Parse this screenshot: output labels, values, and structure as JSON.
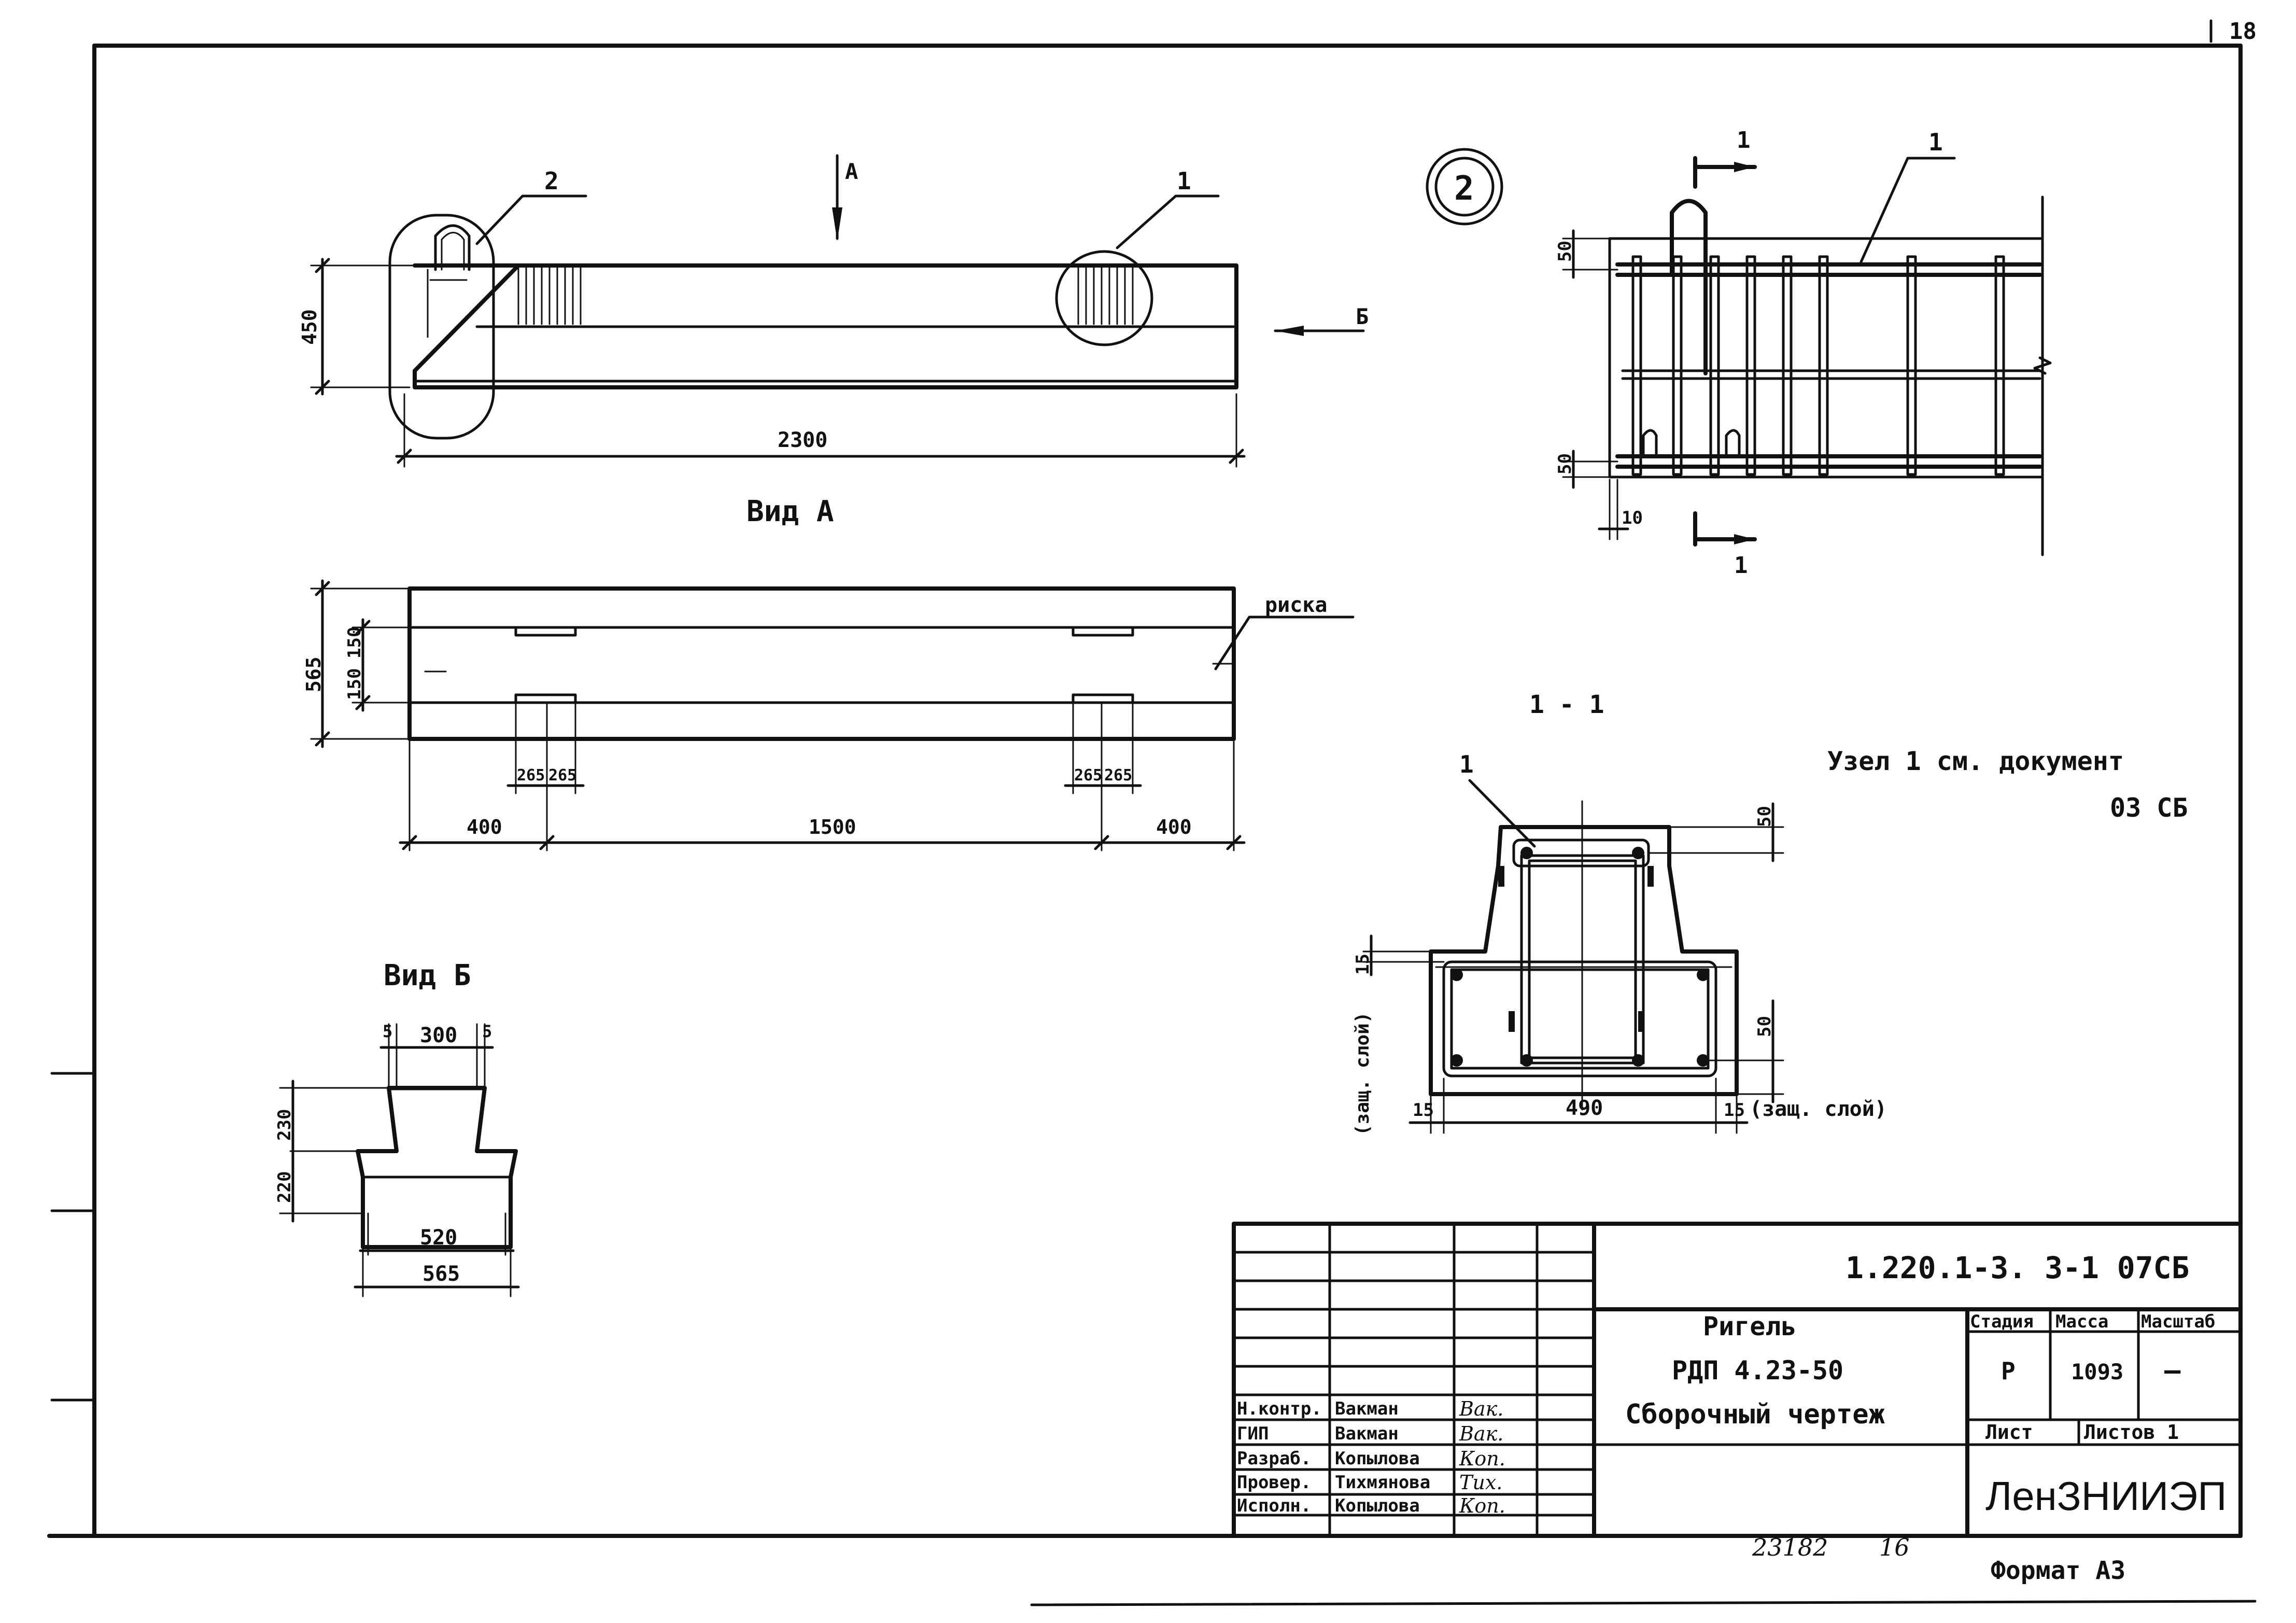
{
  "page_number": "18",
  "view_a_label": "Вид А",
  "view_b_label": "Вид Б",
  "section_label": "1 - 1",
  "node_circle_label": "2",
  "arrow_a": "А",
  "arrow_b": "Б",
  "section_mark": "1",
  "leader_1": "1",
  "leader_2": "2",
  "riska_label": "риска",
  "node_note_line1": "Узел 1 см. документ",
  "node_note_line2": "03 СБ",
  "dims": {
    "elev_height": "450",
    "elev_length": "2300",
    "plan_height": "565",
    "plan_upper": "150",
    "plan_lower": "150",
    "plan_left": "400",
    "plan_mid": "1500",
    "plan_right": "400",
    "plan_slot_l1": "265",
    "plan_slot_l2": "265",
    "plan_slot_r1": "265",
    "plan_slot_r2": "265",
    "vb_top_gap_l": "5",
    "vb_top": "300",
    "vb_top_gap_r": "5",
    "vb_upper_h": "230",
    "vb_lower_h": "220",
    "vb_base": "520",
    "vb_overall": "565",
    "det_50_top": "50",
    "det_50_bot": "50",
    "det_10": "10",
    "sec_top_cover": "50",
    "sec_side_cover": "15",
    "sec_bottom_cover": "50",
    "sec_left": "15",
    "sec_width": "490",
    "sec_right": "15",
    "sec_right_note": "(защ. слой)",
    "sec_left_note": "(защ. слой)"
  },
  "title_block": {
    "doc_code": "1.220.1-3. 3-1  07СБ",
    "title_line1": "Ригель",
    "title_line2": "РДП 4.23-50",
    "title_line3": "Сборочный чертеж",
    "stage_header": "Стадия",
    "mass_header": "Масса",
    "scale_header": "Масштаб",
    "stage_value": "Р",
    "mass_value": "1093",
    "scale_value": "—",
    "sheet_header": "Лист",
    "sheets_header": "Листов 1",
    "organization": "ЛенЗНИИЭП",
    "roles": [
      {
        "role": "Н.контр.",
        "name": "Вакман",
        "sign": "Вак."
      },
      {
        "role": "ГИП",
        "name": "Вакман",
        "sign": "Вак."
      },
      {
        "role": "Разраб.",
        "name": "Копылова",
        "sign": "Коп."
      },
      {
        "role": "Провер.",
        "name": "Тихмянова",
        "sign": "Тих."
      },
      {
        "role": "Исполн.",
        "name": "Копылова",
        "sign": "Коп."
      }
    ]
  },
  "inventory_number": "23182",
  "inventory_suffix": "16",
  "format_label": "Формат А3"
}
